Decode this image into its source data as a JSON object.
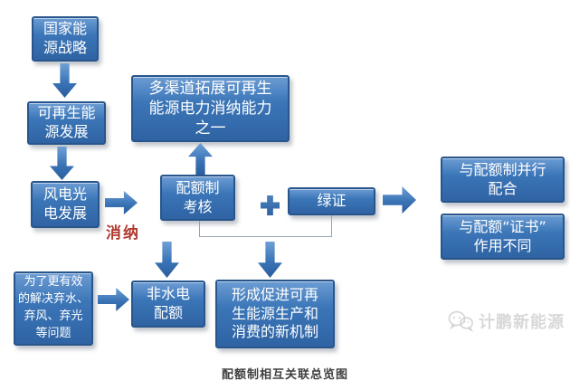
{
  "diagram": {
    "caption": "配额制相互关联总览图",
    "watermark_text": "计鹏新能源",
    "edge_labels": {
      "xiaona": "消纳",
      "plus_operator": "+"
    },
    "nodes": [
      {
        "id": "national-strategy",
        "text": "国家能\n源战略"
      },
      {
        "id": "renewable-dev",
        "text": "可再生能\n源发展"
      },
      {
        "id": "wind-solar-dev",
        "text": "风电光\n电发展"
      },
      {
        "id": "multi-channel",
        "text": "多渠道拓展可再生\n能源电力消纳能力\n之一"
      },
      {
        "id": "quota-assessment",
        "text": "配额制\n考核"
      },
      {
        "id": "green-certificate",
        "text": "绿证"
      },
      {
        "id": "parallel-cooperation",
        "text": "与配额制并行\n配合"
      },
      {
        "id": "different-role",
        "text": "与配额“证书”\n作用不同"
      },
      {
        "id": "problem-solving",
        "text": "为了更有效\n的解决弃水、\n弃风、弃光\n等问题"
      },
      {
        "id": "non-hydro-quota",
        "text": "非水电\n配额"
      },
      {
        "id": "new-mechanism",
        "text": "形成促进可再\n生能源生产和\n消费的新机制"
      }
    ],
    "colors": {
      "node_fill": "#3b76b8",
      "node_border": "#28568c",
      "node_text": "#ffffff",
      "edge_label_red": "#b03a30",
      "connector_gray": "#96a4b2",
      "caption_text": "#3f3f3f",
      "watermark_gray": "#d8d8d8",
      "background": "#ffffff"
    }
  }
}
